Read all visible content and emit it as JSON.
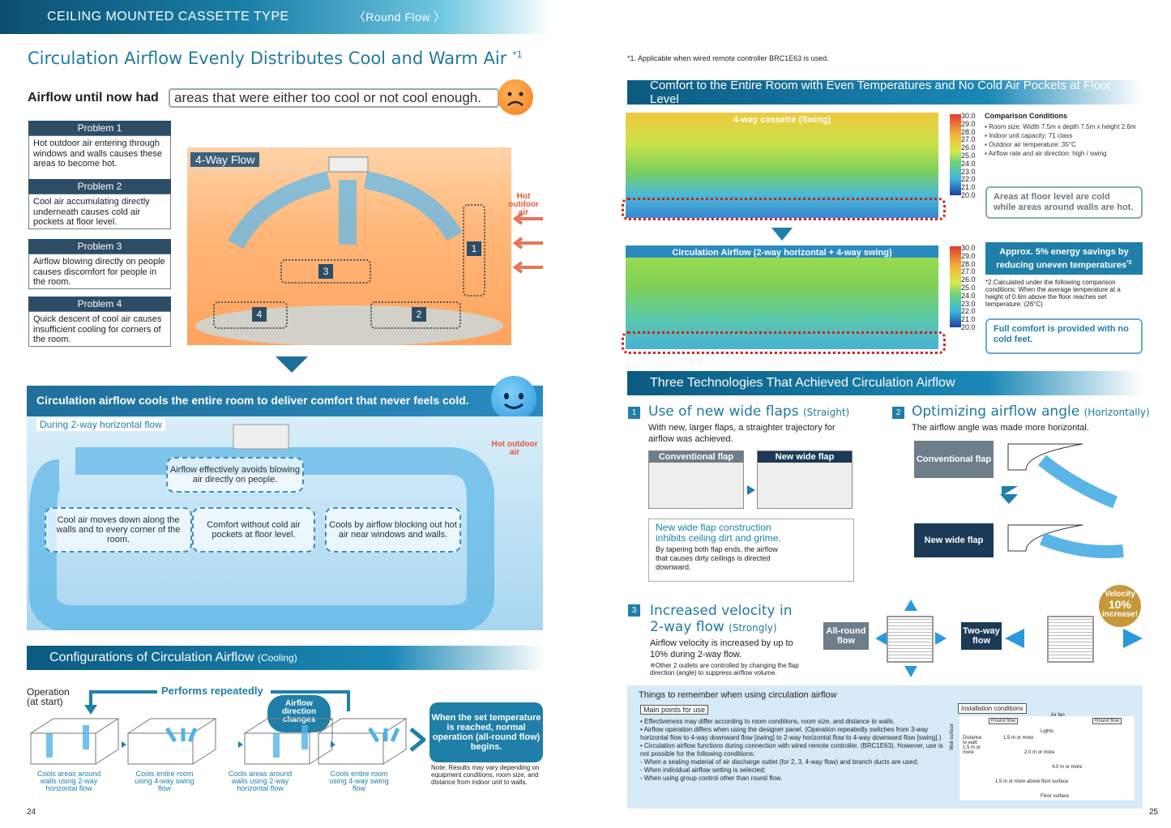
{
  "header": {
    "title": "CEILING MOUNTED CASSETTE TYPE",
    "sub": "〈Round Flow 〉"
  },
  "heading": {
    "main": "Circulation Airflow Evenly Distributes Cool and Warm Air",
    "sup": "*1"
  },
  "airflow": {
    "lead": "Airflow until now had",
    "box": "areas that were either too cool or not cool enough."
  },
  "problems": [
    {
      "title": "Problem 1",
      "text": "Hot outdoor air entering through windows and walls causes these areas to become hot."
    },
    {
      "title": "Problem 2",
      "text": "Cool air accumulating directly underneath causes cold air pockets at floor level."
    },
    {
      "title": "Problem 3",
      "text": "Airflow blowing directly on people causes discomfort for people in the room."
    },
    {
      "title": "Problem 4",
      "text": "Quick descent of cool air causes insufficient cooling for corners of the room."
    }
  ],
  "room1": {
    "flow": "4-Way Flow",
    "hot": "Hot outdoor air",
    "n1": "1",
    "n2": "2",
    "n3": "3",
    "n4": "4"
  },
  "circ": {
    "banner": "Circulation airflow cools the entire room to deliver comfort that never feels cold.",
    "during": "During 2-way horizontal flow",
    "hot": "Hot outdoor air",
    "b1": "Airflow effectively avoids blowing air directly on people.",
    "b2": "Cool air moves down along the walls and to every corner of the room.",
    "b3": "Comfort without cold air pockets at floor level.",
    "b4": "Cools by airflow blocking out hot air near windows and walls."
  },
  "config": {
    "title": "Configurations of Circulation Airflow",
    "title_small": "(Cooling)",
    "op": "Operation (at start)",
    "repeat": "Performs repeatedly",
    "change": "Airflow direction changes",
    "steps": [
      "Cools areas around walls using 2-way horizontal flow",
      "Cools entire room using 4-way swing flow",
      "Cools areas around walls using 2-way horizontal flow",
      "Cools entire room using 4-way swing flow"
    ],
    "final": "When the set temperature is reached, normal operation (all-round flow) begins.",
    "note": "Note: Results may vary depending on equipment conditions, room size, and distance from indoor unit to walls."
  },
  "pages": {
    "left": "24",
    "right": "25"
  },
  "right": {
    "note1": "*1. Applicable when wired remote controller BRC1E63 is used.",
    "band1": "Comfort to the Entire Room with Even Temperatures and No Cold Air Pockets at Floor Level",
    "sim1": "4-way cassette (Swing)",
    "sim2": "Circulation Airflow (2-way horizontal + 4-way swing)",
    "ticks": [
      "30.0",
      "29.0",
      "28.0",
      "27.0",
      "26.0",
      "25.0",
      "24.0",
      "23.0",
      "22.0",
      "21.0",
      "20.0"
    ],
    "cond_title": "Comparison Conditions",
    "cond": [
      "Room size: Width 7.5m x depth 7.5m x height 2.6m",
      "Indoor unit capacity: 71 class",
      "Outdoor air temperature: 35°C",
      "Airflow rate and air direction: high / swing"
    ],
    "call1": "Areas at floor level are cold while areas around walls are hot.",
    "energy": "Approx. 5% energy savings by reducing uneven temperatures",
    "energy_sup": "*2",
    "note2": "*2.Calculated under the following comparison conditions: When the average temperature at a height of 0.6m above the floor reaches set temperature. (26°C)",
    "call2": "Full comfort is provided with no cold feet.",
    "band2": "Three Technologies That Achieved Circulation Airflow",
    "t1": {
      "n": "1",
      "title": "Use of new wide flaps",
      "small": "(Straight)",
      "text": "With new, larger flaps, a straighter trajectory for airflow was achieved.",
      "conv": "Conventional flap",
      "new": "New wide flap",
      "box_title": "New wide flap construction inhibits ceiling dirt and grime.",
      "box_text": "By tapering both flap ends, the airflow that causes dirty ceilings is directed downward."
    },
    "t2": {
      "n": "2",
      "title": "Optimizing airflow angle",
      "small": "(Horizontally)",
      "text": "The airflow angle was made more horizontal.",
      "conv": "Conventional flap",
      "new": "New wide flap"
    },
    "t3": {
      "n": "3",
      "title1": "Increased velocity in",
      "title2": "2-way flow",
      "small": "(Strongly)",
      "text": "Airflow velocity is increased by up to 10% during 2-way flow.",
      "note": "※Other 2 outlets are controlled by changing the flap direction (angle) to suppress airflow volume.",
      "allround": "All-round flow",
      "twoway": "Two-way flow",
      "vel1": "Velocity",
      "vel2": "10%",
      "vel3": "increase!"
    },
    "remember": {
      "title": "Things to remember when using circulation airflow",
      "main": "Main points for use",
      "items": [
        "• Effectiveness may differ according to room conditions, room size, and distance to walls.",
        "• Airflow operation differs when using the designer panel. (Operation repeatedly switches from 3-way horizontal flow to 4-way downward flow [swing] to 2-way horizontal flow to 4-way downward flow [swing].)",
        "• Circulation airflow functions during connection with wired remote controller. (BRC1E63). However, use is not possible for the following conditions:",
        "- When a sealing material of air discharge outlet (for 2, 3, 4-way flow) and branch ducts are used;",
        "- When individual airflow setting is selected;",
        "- When using group control other than round flow."
      ],
      "inst": "Installation conditions",
      "rf": "Round flow",
      "airfan": "Air fan",
      "lights": "Lights",
      "dist": "Distance to wall: 1.5 m or more",
      "d1": "1.5 m or more",
      "d2": "2.0 m or more",
      "d3": "4.0 m or more",
      "d4": "1.5 m or more above floor surface",
      "wall": "Wall surface",
      "floor": "Floor surface"
    }
  }
}
